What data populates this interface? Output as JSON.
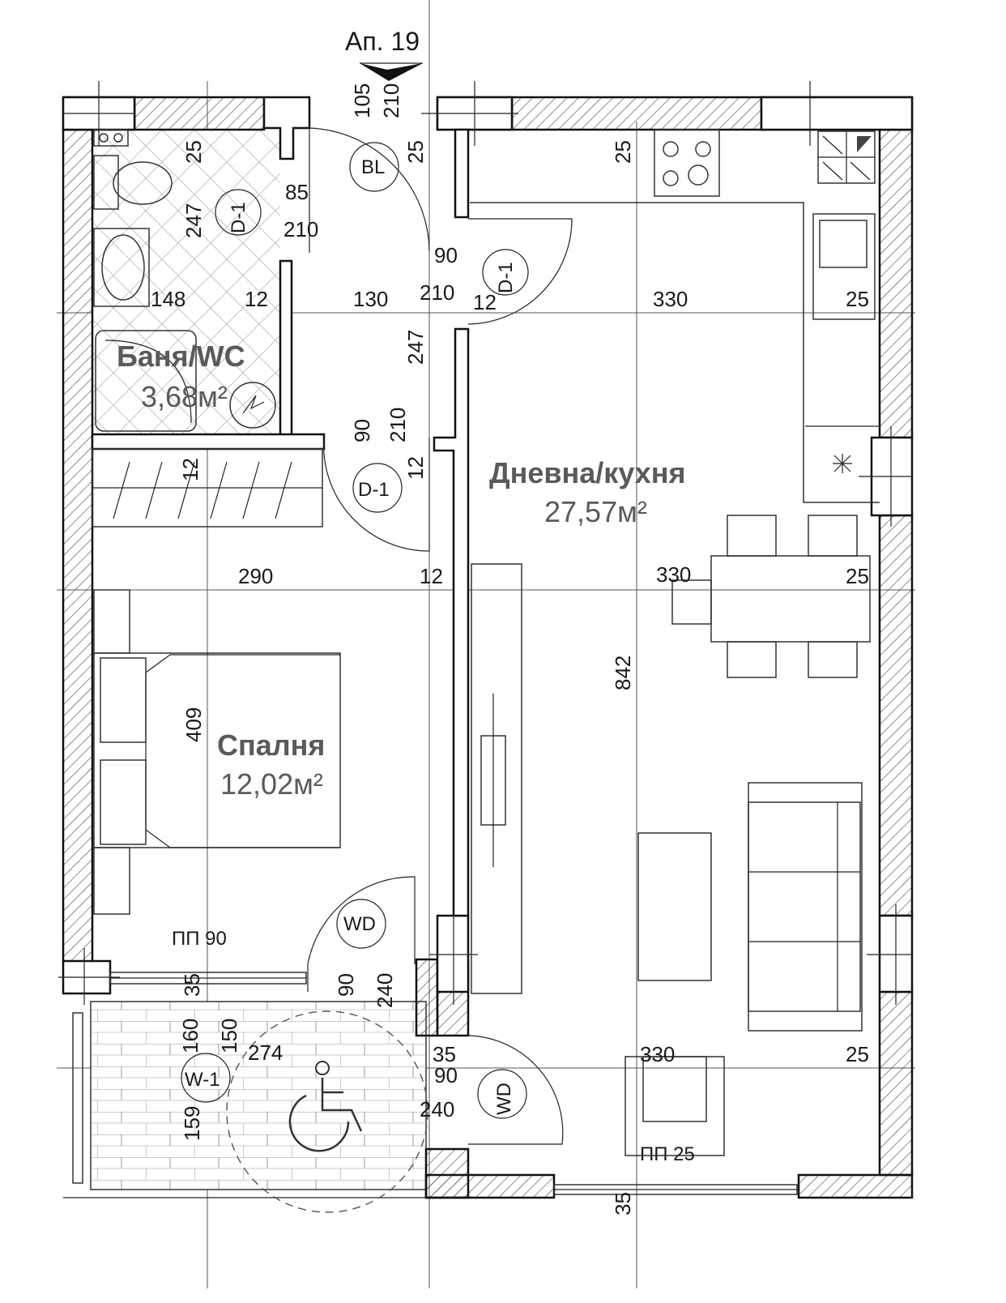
{
  "apartment": {
    "label": "Ап. 19"
  },
  "rooms": {
    "bathroom": {
      "name": "Баня/WC",
      "area": "3,68м²"
    },
    "living": {
      "name": "Дневна/кухня",
      "area": "27,57м²"
    },
    "bedroom": {
      "name": "Спалня",
      "area": "12,02м²"
    }
  },
  "tags": {
    "bl": "BL",
    "door_bath": "D-1",
    "door_entry": "D-1",
    "door_bed": "D-1",
    "wd_bed": "WD",
    "wd_living": "WD",
    "window": "W-1",
    "sill_bed": "ПП 90",
    "sill_living": "ПП 25"
  },
  "dims": {
    "entry_105": "105",
    "entry_210": "210",
    "top_25_a": "25",
    "top_25_b": "25",
    "top_25_c": "25",
    "bath_247": "247",
    "door_85": "85",
    "door_210_a": "210",
    "door_90_a": "90",
    "door_210_b": "210",
    "row_148": "148",
    "row_12_a": "12",
    "row_130": "130",
    "row_12_b": "12",
    "row_330_a": "330",
    "row_25_a": "25",
    "hall_247": "247",
    "door_90_b": "90",
    "door_210_c": "210",
    "hall_12_a": "12",
    "hall_12_b": "12",
    "row_290": "290",
    "row_12_c": "12",
    "row_330_b": "330",
    "row_25_b": "25",
    "bed_409": "409",
    "liv_842": "842",
    "bal_35_a": "35",
    "bal_90": "90",
    "bal_240_a": "240",
    "bal_160": "160",
    "bal_150": "150",
    "bal_274": "274",
    "bal_35_b": "35",
    "bal_90_b": "90",
    "bal_330": "330",
    "bal_25": "25",
    "bal_159": "159",
    "bal_240_b": "240",
    "bot_35": "35"
  },
  "colors": {
    "wall": "#111111",
    "hatch": "#444444",
    "text": "#1a1a1a",
    "room_label": "#5a5a5a"
  }
}
